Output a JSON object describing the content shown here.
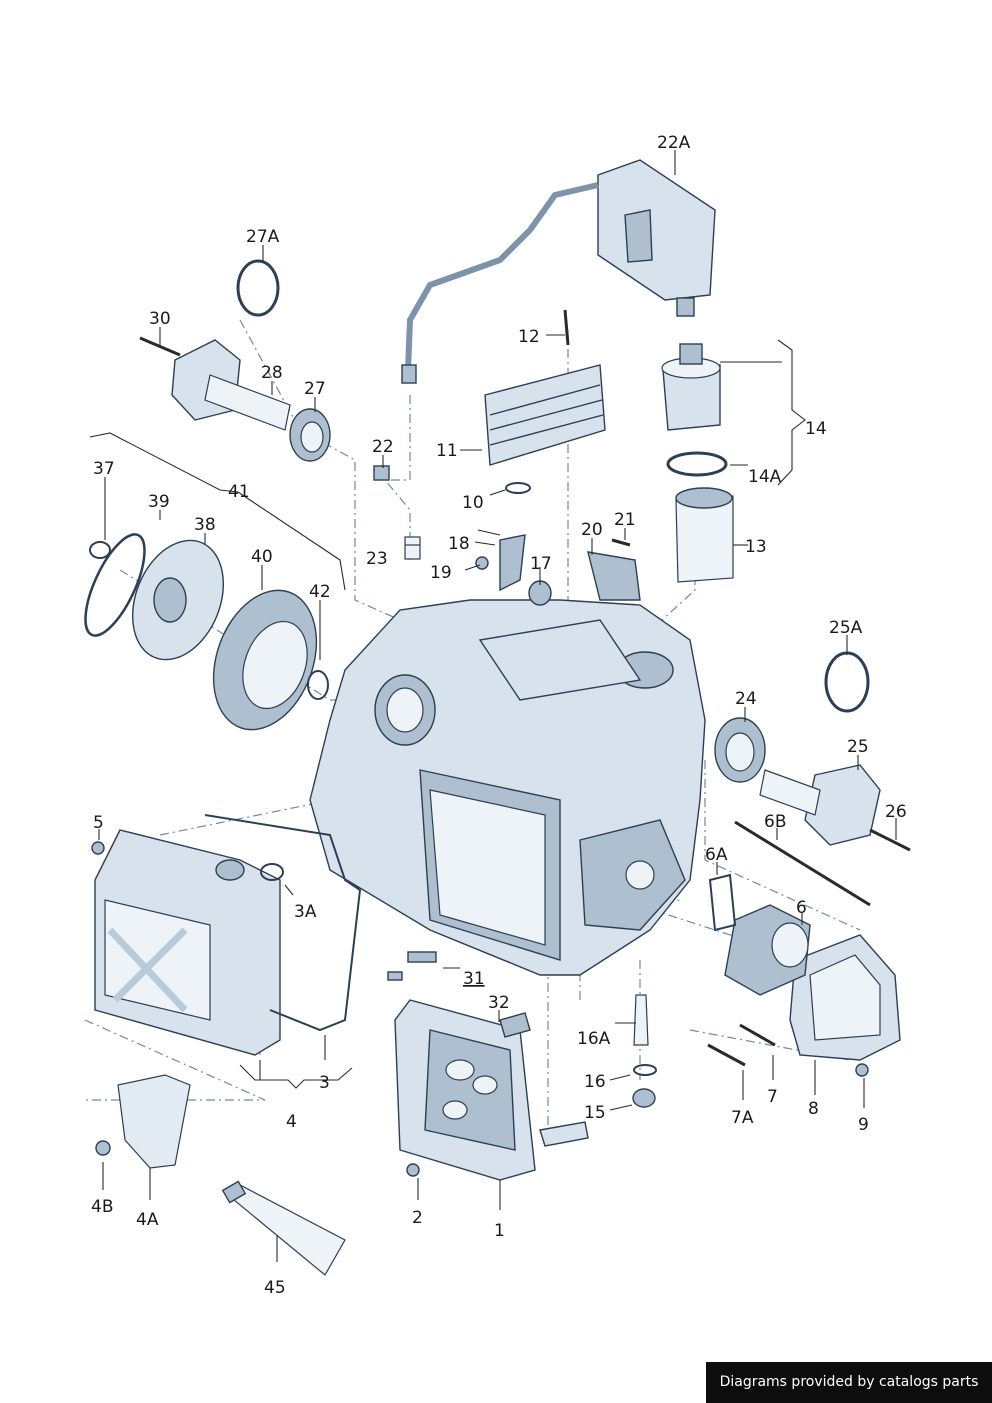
{
  "callouts": {
    "c22A": "22A",
    "c27A": "27A",
    "c30": "30",
    "c28": "28",
    "c27": "27",
    "c12": "12",
    "c14": "14",
    "c14A": "14A",
    "c11": "11",
    "c22": "22",
    "c10": "10",
    "c37": "37",
    "c41": "41",
    "c39": "39",
    "c38": "38",
    "c40": "40",
    "c42": "42",
    "c18": "18",
    "c20": "20",
    "c21": "21",
    "c13": "13",
    "c23": "23",
    "c19": "19",
    "c17": "17",
    "c25A": "25A",
    "c24": "24",
    "c25": "25",
    "c26": "26",
    "c5": "5",
    "c6B": "6B",
    "c6A": "6A",
    "c3A": "3A",
    "c6": "6",
    "c31": "31",
    "c32": "32",
    "c16A": "16A",
    "c16": "16",
    "c15": "15",
    "c7": "7",
    "c8": "8",
    "c7A": "7A",
    "c9": "9",
    "c3": "3",
    "c4": "4",
    "c4B": "4B",
    "c4A": "4A",
    "c2": "2",
    "c1": "1",
    "c45": "45"
  },
  "footer": {
    "credit": "Diagrams provided by catalogs parts"
  },
  "colors": {
    "line": "#2c3f55",
    "part_fill": "#d7e2ec",
    "part_shadow": "#aebfcf",
    "dash": "#6f8aa6"
  }
}
